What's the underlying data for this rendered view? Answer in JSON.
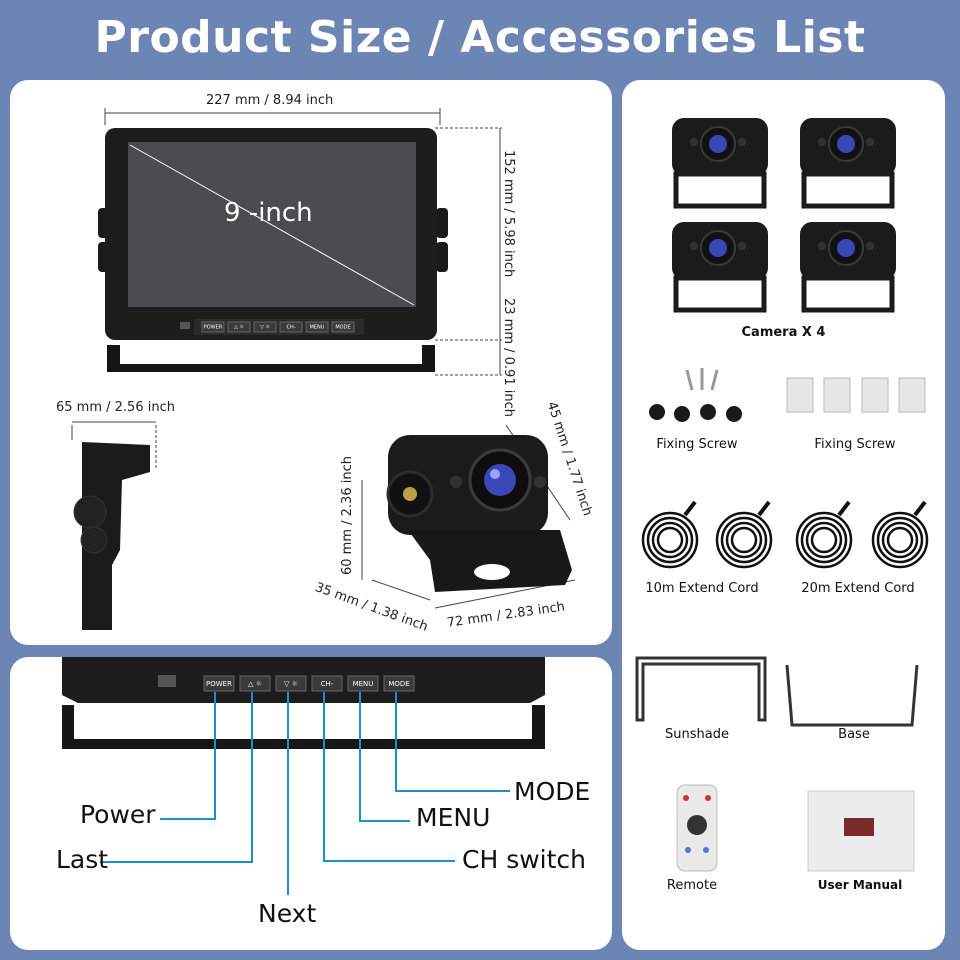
{
  "page": {
    "title": "Product Size / Accessories List"
  },
  "dimensions": {
    "monitor_width": "227 mm / 8.94 inch",
    "monitor_height": "152 mm / 5.98 inch",
    "monitor_base": "23 mm / 0.91 inch",
    "monitor_depth": "65 mm / 2.56 inch",
    "camera_depth": "45 mm / 1.77 inch",
    "camera_height": "60 mm / 2.36 inch",
    "camera_side": "35 mm / 1.38 inch",
    "camera_width": "72 mm / 2.83 inch",
    "screen_size": "9 -inch"
  },
  "monitor_buttons": [
    "POWER",
    "△ ☼",
    "▽ ☼",
    "CH-",
    "MENU",
    "MODE"
  ],
  "button_callouts": {
    "power": "Power",
    "last": "Last",
    "next": "Next",
    "ch": "CH switch",
    "menu": "MENU",
    "mode": "MODE"
  },
  "accessories": {
    "camera": "Camera X 4",
    "fixing1": "Fixing Screw",
    "fixing2": "Fixing Screw",
    "cord10": "10m Extend Cord",
    "cord20": "20m Extend Cord",
    "sunshade": "Sunshade",
    "base": "Base",
    "remote": "Remote",
    "manual": "User Manual"
  },
  "colors": {
    "background": "#6d85b4",
    "panel": "#ffffff",
    "callout_line": "#1a8fc9"
  }
}
